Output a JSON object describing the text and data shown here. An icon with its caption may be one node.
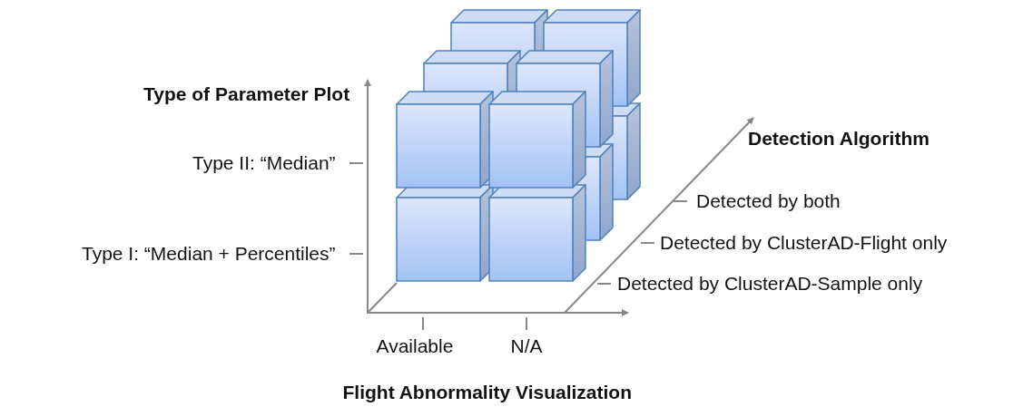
{
  "diagram": {
    "labels": [
      "Type of Parameter Plot",
      "Detection Algorithm",
      "Type II: “Median”",
      "Detected by both",
      "Detected by ClusterAD-Flight only",
      "Type I: “Median + Percentiles”",
      "Detected by ClusterAD-Sample only",
      "Available",
      "N/A",
      "Flight Abnormality Visualization"
    ]
  }
}
